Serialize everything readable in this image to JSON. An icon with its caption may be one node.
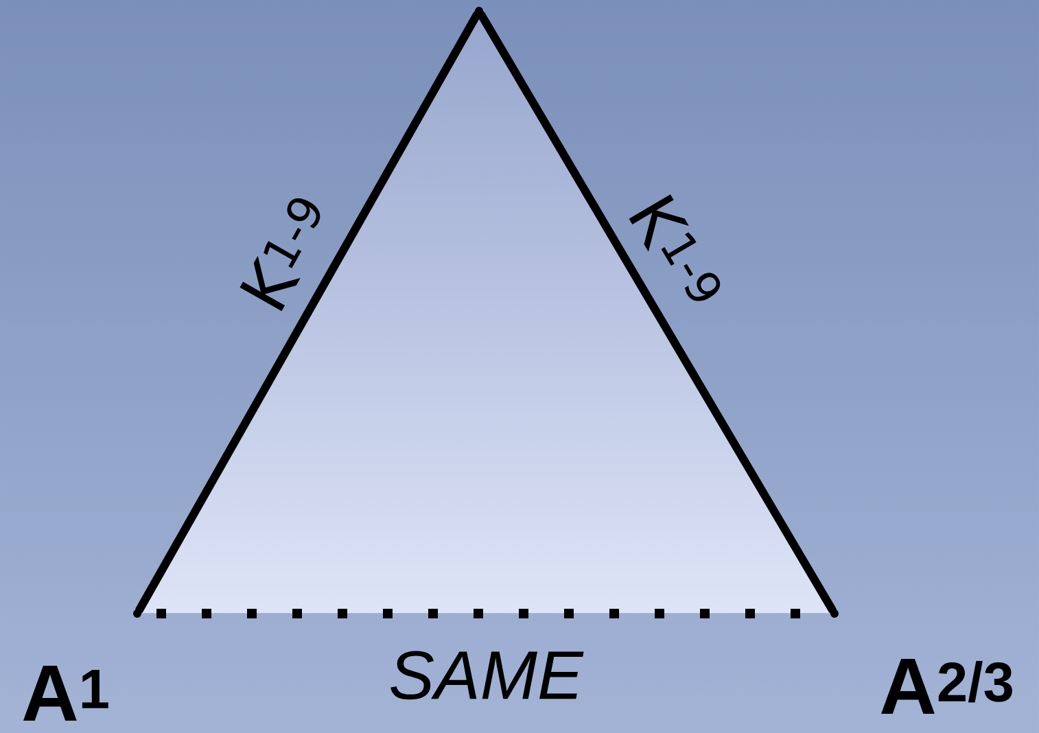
{
  "diagram": {
    "nodes": [
      {
        "text": [],
        "shape": "point"
      },
      {
        "text": [],
        "shape": "point",
        "beside": [
          "A$^{1}$"
        ]
      },
      {
        "text": [],
        "shape": "point",
        "beside": [
          "A$^{2/3}$"
        ]
      }
    ],
    "edges": [
      {
        "from": 0,
        "to": 1,
        "arrow": "none",
        "label": "K$^{1-9}$"
      },
      {
        "from": 0,
        "to": 2,
        "arrow": "none",
        "label": "K$^{1-9}$"
      },
      {
        "from": 1,
        "to": 2,
        "arrow": "none",
        "label": "SAME",
        "style": "dashed"
      }
    ]
  }
}
